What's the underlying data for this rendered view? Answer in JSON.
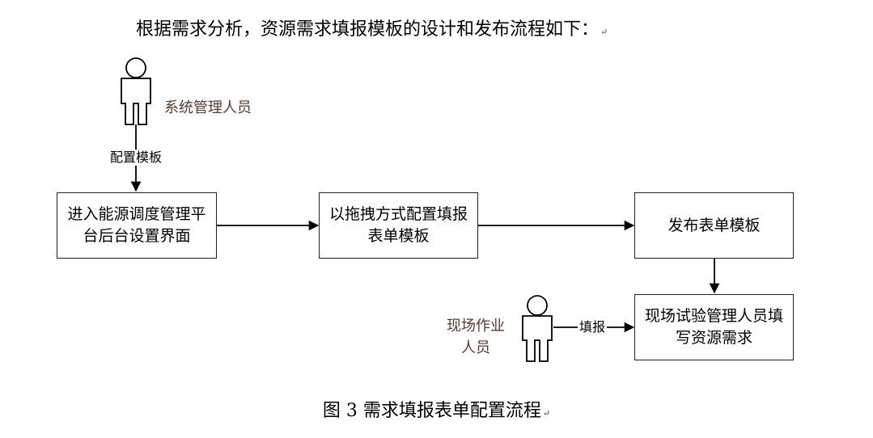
{
  "intro_text": "根据需求分析，资源需求填报模板的设计和发布流程如下：",
  "paragraph_mark": "↵",
  "caption": "图 3  需求填报表单配置流程",
  "actors": {
    "system_admin": "系统管理人员",
    "field_worker_line1": "现场作业",
    "field_worker_line2": "人员"
  },
  "edges": {
    "configure_template": "配置模板",
    "fill_in": "填报"
  },
  "nodes": {
    "enter_backend": "进入能源调度管理平台后台设置界面",
    "drag_configure": "以拖拽方式配置填报表单模板",
    "publish_template": "发布表单模板",
    "fill_requirements": "现场试验管理人员填写资源需求"
  }
}
